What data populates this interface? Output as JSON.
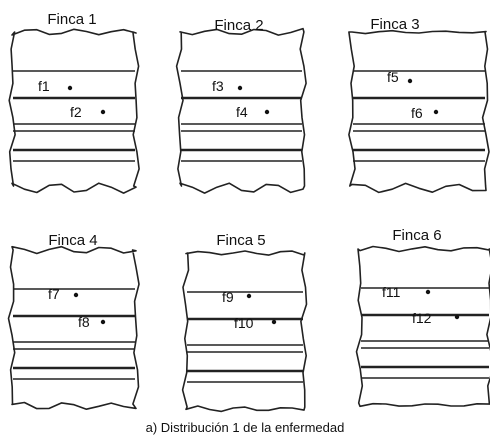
{
  "colors": {
    "line": "#222222",
    "text": "#111111",
    "point": "#111111",
    "background": "#ffffff"
  },
  "caption": "a) Distribución 1 de la enfermedad",
  "farms": [
    {
      "title": "Finca 1",
      "points": [
        {
          "label": "f1",
          "row": 1
        },
        {
          "label": "f2",
          "row": 2
        }
      ]
    },
    {
      "title": "Finca 2",
      "points": [
        {
          "label": "f3",
          "row": 1
        },
        {
          "label": "f4",
          "row": 2
        }
      ]
    },
    {
      "title": "Finca 3",
      "points": [
        {
          "label": "f5",
          "row": 1
        },
        {
          "label": "f6",
          "row": 2
        }
      ]
    },
    {
      "title": "Finca 4",
      "points": [
        {
          "label": "f7",
          "row": 1
        },
        {
          "label": "f8",
          "row": 2
        }
      ]
    },
    {
      "title": "Finca 5",
      "points": [
        {
          "label": "f9",
          "row": 1
        },
        {
          "label": "f10",
          "row": 2
        }
      ]
    },
    {
      "title": "Finca 6",
      "points": [
        {
          "label": "f11",
          "row": 1
        },
        {
          "label": "f12",
          "row": 2
        }
      ]
    }
  ]
}
